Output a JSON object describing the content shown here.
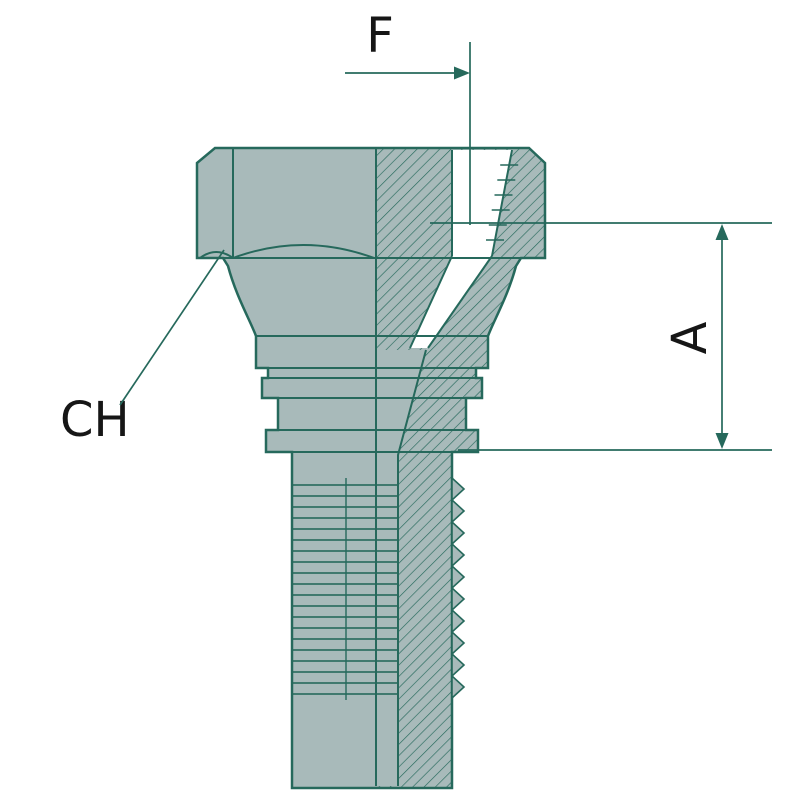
{
  "diagram": {
    "description": "hydraulic-hose-fitting-section-drawing",
    "labels": {
      "f": "F",
      "ch": "CH",
      "a": "A"
    },
    "colors": {
      "line": "#26695c",
      "fill": "#a8baba",
      "text": "#161616",
      "background": "#ffffff"
    }
  }
}
